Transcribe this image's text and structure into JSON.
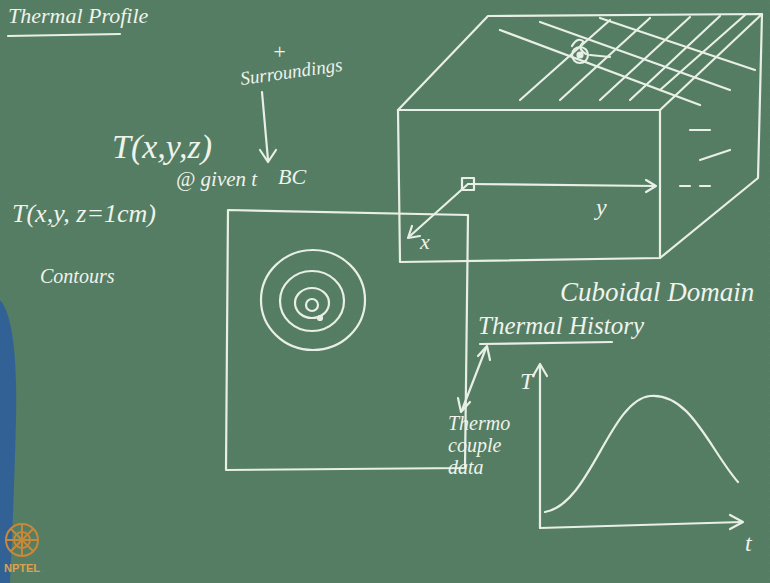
{
  "diagram": {
    "labels": [
      "Thermal Profile",
      "+",
      "Surroundings",
      "BC",
      "T(x,y,z)",
      "@ given t",
      "T(x,y, z=1cm)",
      "Contours",
      "Cuboidal Domain",
      "Thermal History",
      "Thermo couple data",
      "T",
      "t",
      "x",
      "y",
      "NPTEL"
    ]
  }
}
